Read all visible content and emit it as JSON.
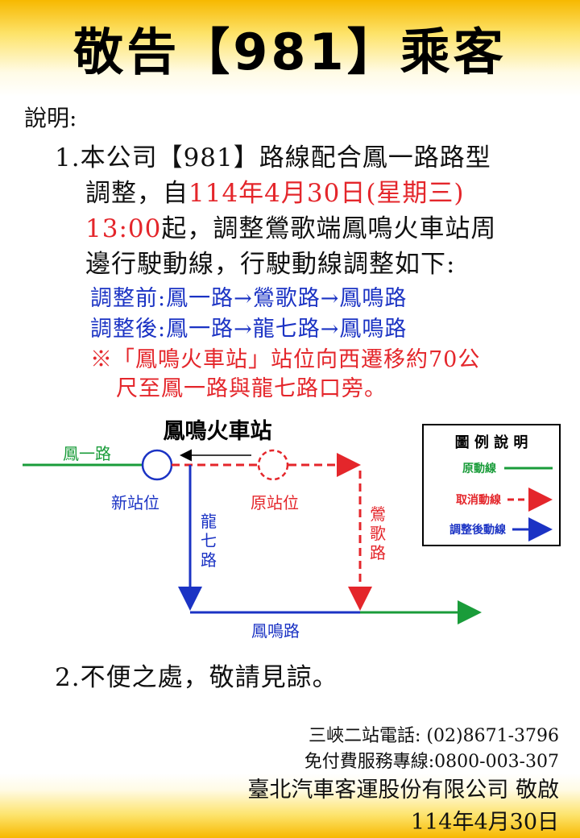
{
  "title": "敬告【981】乘客",
  "intro_label": "說明:",
  "item1": {
    "line1": "1.本公司【981】路線配合鳳一路路型",
    "line2_prefix": "調整，自",
    "line2_red": "114年4月30日(星期三)",
    "line3_red": "13:00",
    "line3_rest": "起，調整鶯歌端鳳鳴火車站周",
    "line4": "邊行駛動線，行駛動線調整如下:",
    "before": "調整前:鳳一路→鶯歌路→鳳鳴路",
    "after": "調整後:鳳一路→龍七路→鳳鳴路",
    "note1": "※「鳳鳴火車站」站位向西遷移約70公",
    "note2": "尺至鳳一路與龍七路口旁。"
  },
  "diagram": {
    "station_title": "鳳鳴火車站",
    "road_fengyi": "鳳一路",
    "new_stop": "新站位",
    "old_stop": "原站位",
    "road_longqi": [
      "龍",
      "七",
      "路"
    ],
    "road_yingge": [
      "鶯",
      "歌",
      "路"
    ],
    "road_fengming": "鳳鳴路",
    "legend": {
      "title": "圖 例 說 明",
      "items": [
        {
          "label": "原動線",
          "color": "#1a9c3a",
          "dashed": false
        },
        {
          "label": "取消動線",
          "color": "#e4262b",
          "dashed": true
        },
        {
          "label": "調整後動線",
          "color": "#1b33c4",
          "dashed": false
        }
      ]
    }
  },
  "item2": "2.不便之處，敬請見諒。",
  "footer": {
    "phone": "三峽二站電話: (02)8671-3796",
    "hotline": "免付費服務專線:0800-003-307",
    "company": "臺北汽車客運股份有限公司 敬啟",
    "date": "114年4月30日"
  },
  "colors": {
    "green": "#1a9c3a",
    "red": "#e4262b",
    "blue": "#1b33c4",
    "band": "#f7b800"
  }
}
